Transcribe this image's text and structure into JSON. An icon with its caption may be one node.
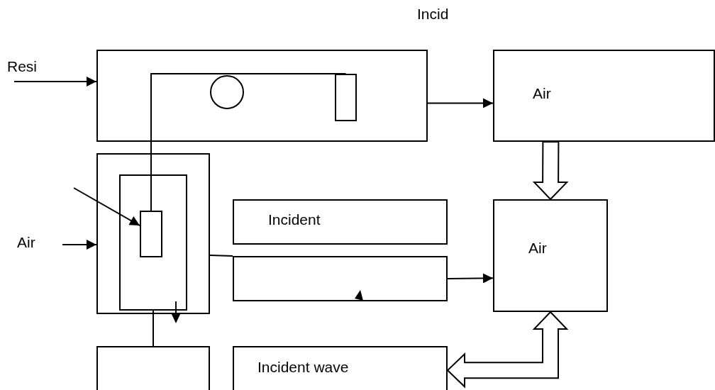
{
  "diagram": {
    "nodes": [
      {
        "text": [],
        "shape": "box"
      },
      {
        "text": [
          "Air"
        ]
      },
      {
        "text": [],
        "shape": "circle",
        "in": 0
      },
      {
        "text": [],
        "shape": "box",
        "in": 0
      },
      {
        "text": [],
        "shape": "box"
      },
      {
        "text": [],
        "shape": "box",
        "in": 4
      },
      {
        "text": [],
        "shape": "box",
        "in": 5
      },
      {
        "text": [
          "Incident"
        ]
      },
      {
        "text": [],
        "shape": "box"
      },
      {
        "text": [
          "Air"
        ]
      },
      {
        "text": [],
        "shape": "box"
      },
      {
        "text": [
          "Incident wave"
        ]
      }
    ],
    "edges": [
      {
        "from": null,
        "to": 0,
        "arrow": "to"
      },
      {
        "from": 0,
        "to": 1,
        "arrow": "to"
      },
      {
        "from": 3,
        "to": 6,
        "arrow": "none"
      },
      {
        "from": null,
        "to": 6,
        "arrow": "to"
      },
      {
        "from": null,
        "to": 4,
        "arrow": "to"
      },
      {
        "from": 5,
        "to": 10,
        "arrow": "none"
      },
      {
        "from": 4,
        "to": 8,
        "arrow": "none"
      },
      {
        "from": 8,
        "to": 9,
        "arrow": "to"
      },
      {
        "from": 1,
        "to": 9,
        "arrow": "to",
        "style": "thick"
      },
      {
        "from": 9,
        "to": 11,
        "arrow": "both",
        "style": "thick"
      }
    ],
    "labels": [
      "Incid",
      "Resi",
      "Air"
    ]
  }
}
